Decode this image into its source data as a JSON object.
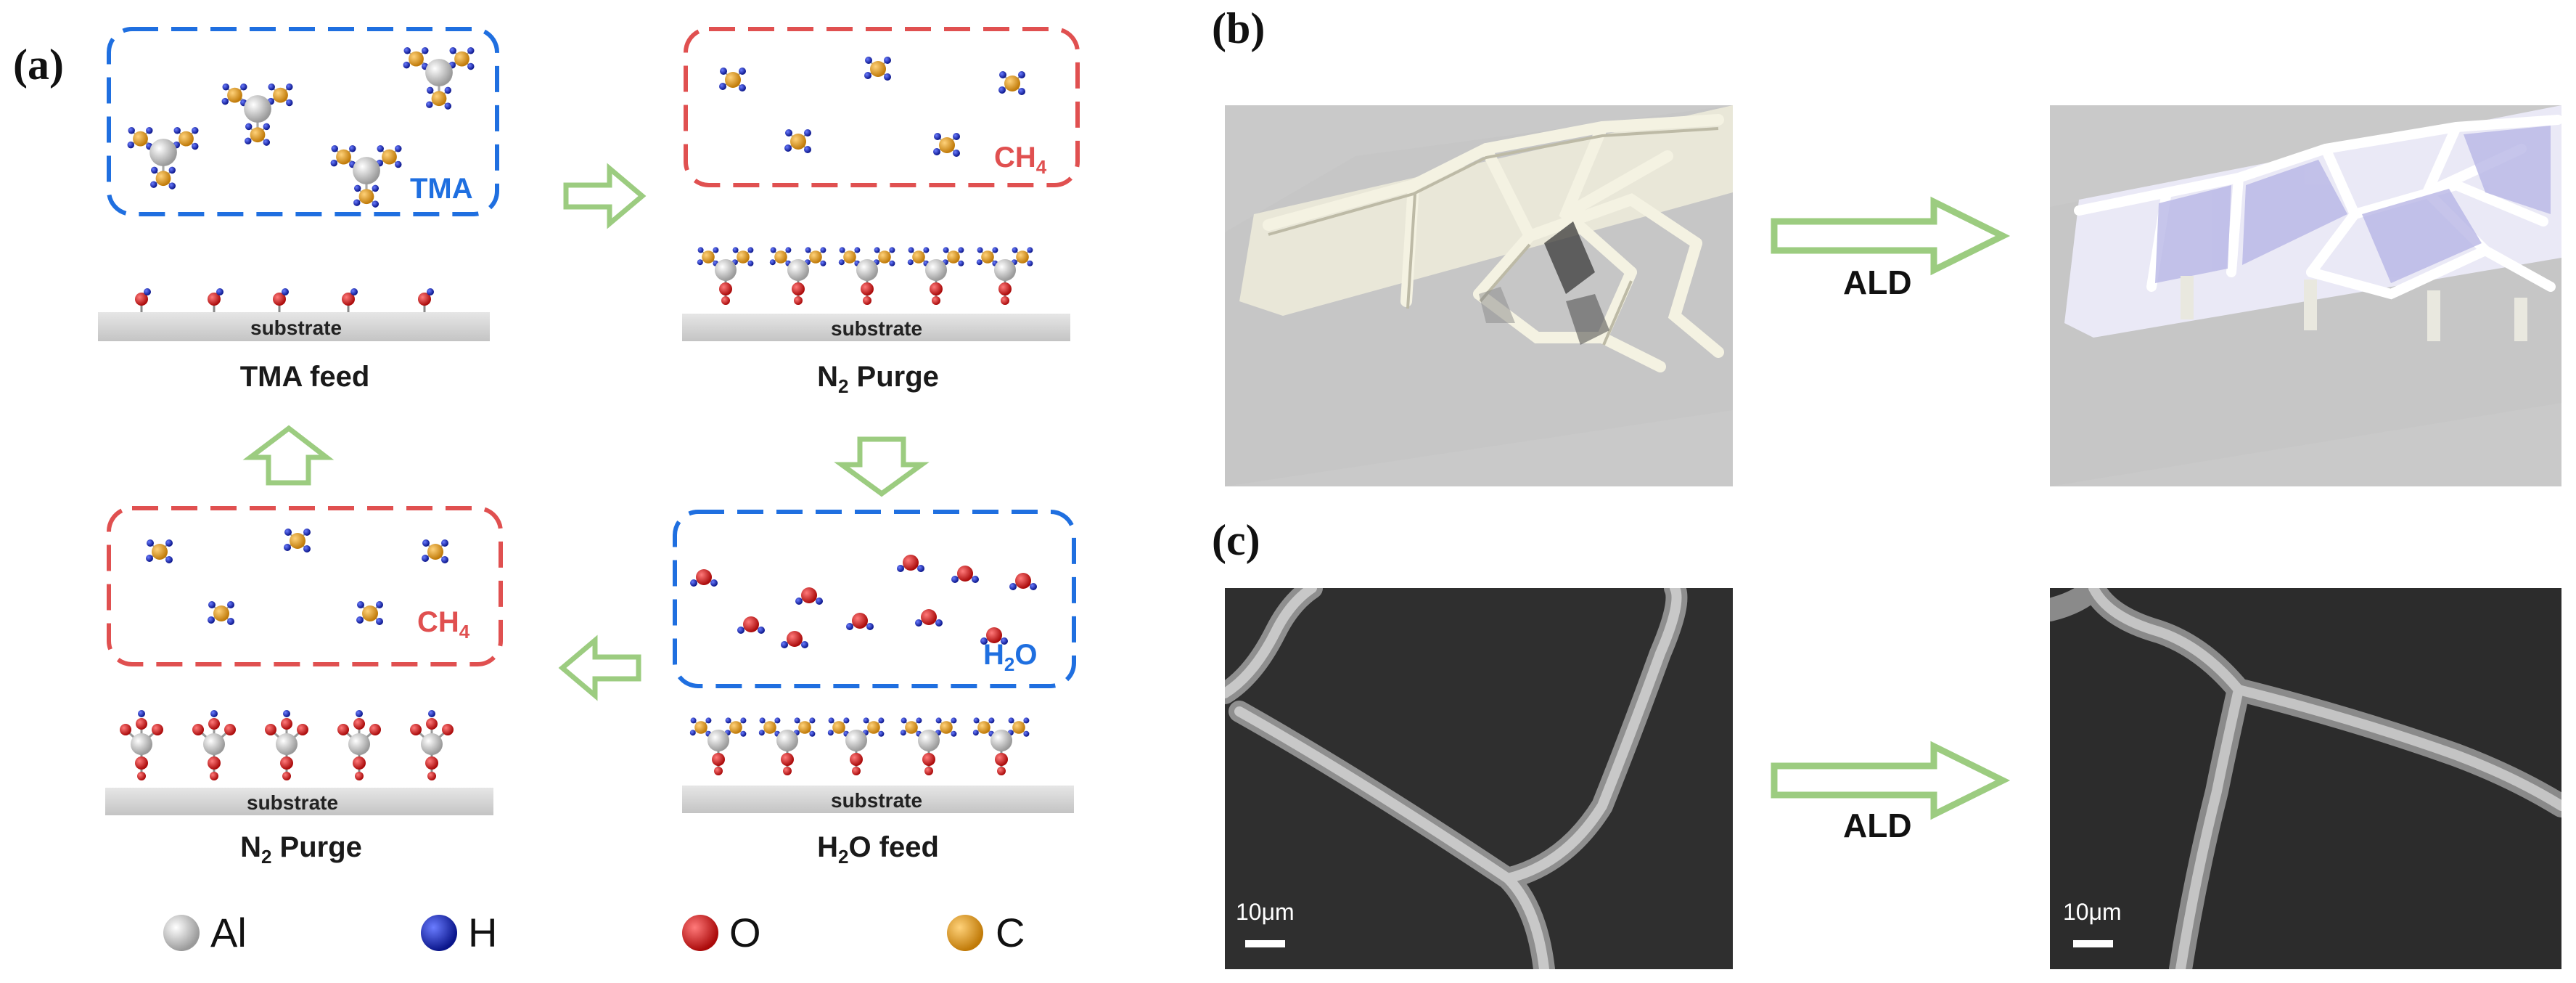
{
  "panel_a": {
    "letter": "(a)",
    "steps": {
      "tma_feed": {
        "label": "TMA feed",
        "gas": "TMA",
        "substrate": "substrate"
      },
      "n2_purge_top": {
        "label_pre": "N",
        "label_sub": "2",
        "label_post": " Purge",
        "gas_pre": "CH",
        "gas_sub": "4",
        "substrate": "substrate"
      },
      "h2o_feed": {
        "label_pre": "H",
        "label_sub": "2",
        "label_post": "O feed",
        "gas_pre": "H",
        "gas_sub": "2",
        "gas_post": "O",
        "substrate": "substrate"
      },
      "n2_purge_bottom": {
        "label_pre": "N",
        "label_sub": "2",
        "label_post": " Purge",
        "gas_pre": "CH",
        "gas_sub": "4",
        "substrate": "substrate"
      }
    },
    "legend": [
      {
        "symbol": "Al",
        "color": "#c8c8c8"
      },
      {
        "symbol": "H",
        "color": "#2233cc"
      },
      {
        "symbol": "O",
        "color": "#dd2222"
      },
      {
        "symbol": "C",
        "color": "#e0a020"
      }
    ]
  },
  "panel_b": {
    "letter": "(b)",
    "arrow_label": "ALD"
  },
  "panel_c": {
    "letter": "(c)",
    "arrow_label": "ALD",
    "scalebar_left": "10μm",
    "scalebar_right": "10μm"
  },
  "colors": {
    "blue_box": "#1f6fe0",
    "red_box": "#e05050",
    "arrow_green": "#9ccc80"
  }
}
